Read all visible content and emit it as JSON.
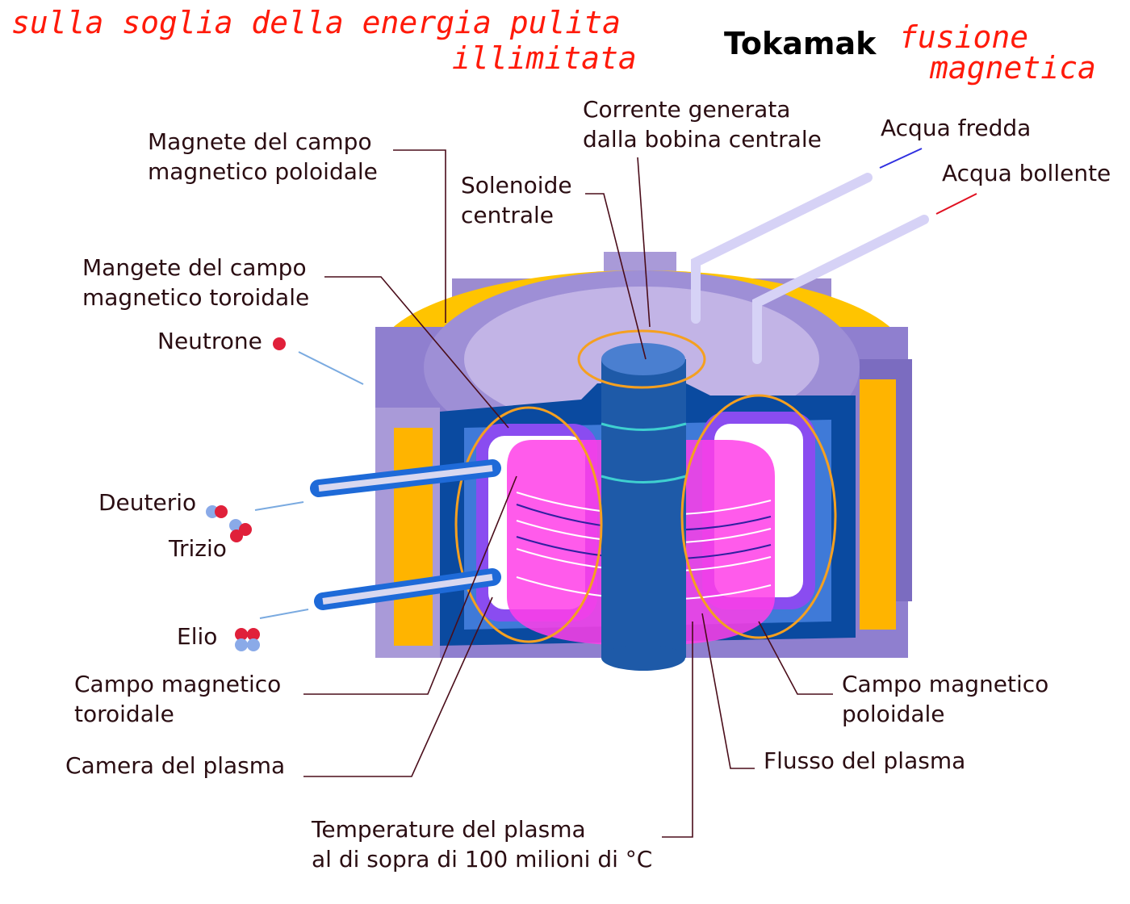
{
  "title": {
    "tagline_line1": "sulla soglia della energia pulita",
    "tagline_line2": "illimitata",
    "name": "Tokamak",
    "subtitle_line1": "fusione",
    "subtitle_line2": "magnetica"
  },
  "labels": {
    "poloidal_magnet_1": "Magnete del campo",
    "poloidal_magnet_2": "magnetico poloidale",
    "toroidal_magnet_1": "Mangete del campo",
    "toroidal_magnet_2": "magnetico toroidale",
    "neutron": "Neutrone",
    "deuterium": "Deuterio",
    "tritium": "Trizio",
    "helium": "Elio",
    "toroidal_field_1": "Campo magnetico",
    "toroidal_field_2": "toroidale",
    "plasma_chamber": "Camera del plasma",
    "temperature_1": "Temperature del plasma",
    "temperature_2": "al di sopra di 100 milioni di °C",
    "plasma_flow": "Flusso del plasma",
    "poloidal_field_1": "Campo magnetico",
    "poloidal_field_2": "poloidale",
    "solenoid_1": "Solenoide",
    "solenoid_2": "centrale",
    "current_1": "Corrente generata",
    "current_2": "dalla bobina centrale",
    "cold_water": "Acqua fredda",
    "hot_water": "Acqua bollente"
  },
  "colors": {
    "title_red": "#ff1a0a",
    "text": "#2a0d12",
    "casing": "#a99ad8",
    "coil": "#ffb400",
    "wall": "#0a4aa0",
    "plasma": "#ff3ee8",
    "solenoid": "#1e5aa8",
    "field_line": "#f5a020"
  }
}
